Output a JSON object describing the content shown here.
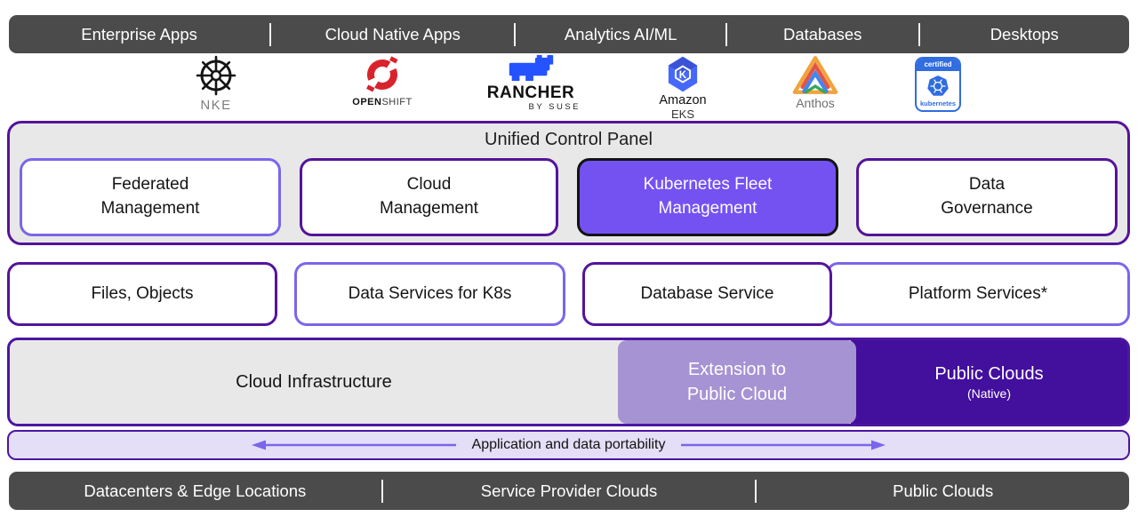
{
  "colors": {
    "bar_gray": "#4b4b4b",
    "panel_gray": "#e9e8e8",
    "purple_dark_border": "#54149a",
    "purple_light_border": "#7a66ea",
    "fleet_fill": "#7452f2",
    "extension_fill": "#a693d3",
    "native_fill": "#430f9d",
    "lavender_fill": "#e4def6",
    "arrow_purple": "#7a66ea",
    "kubernetes_blue": "#2f6de0",
    "openshift_red": "#d8232d",
    "rancher_blue": "#2453ff",
    "anthos_yellow": "#f1a33c",
    "anthos_red": "#e25544",
    "anthos_blue": "#4285f4",
    "anthos_green": "#35a75a",
    "eks_blue": "#4668fa"
  },
  "top_bar": {
    "items": [
      "Enterprise Apps",
      "Cloud Native Apps",
      "Analytics AI/ML",
      "Databases",
      "Desktops"
    ]
  },
  "logos": {
    "nke": {
      "label": "NKE"
    },
    "openshift": {
      "label_strong": "OPEN",
      "label_light": "SHIFT"
    },
    "rancher": {
      "label": "RANCHER",
      "sublabel": "BY SUSE"
    },
    "eks": {
      "letter": "K",
      "label": "Amazon",
      "sublabel": "EKS"
    },
    "anthos": {
      "label": "Anthos"
    },
    "certified_kubernetes": {
      "top": "certified",
      "bottom": "kubernetes"
    }
  },
  "control_panel": {
    "title": "Unified Control Panel",
    "boxes": [
      {
        "line1": "Federated",
        "line2": "Management"
      },
      {
        "line1": "Cloud",
        "line2": "Management"
      },
      {
        "line1": "Kubernetes Fleet",
        "line2": "Management"
      },
      {
        "line1": "Data",
        "line2": "Governance"
      }
    ]
  },
  "services_row": {
    "items": [
      "Files, Objects",
      "Data Services for K8s",
      "Database Service",
      "Platform Services*"
    ]
  },
  "infrastructure": {
    "label": "Cloud Infrastructure",
    "extension": {
      "line1": "Extension to",
      "line2": "Public Cloud"
    },
    "native": {
      "title": "Public Clouds",
      "subtitle": "(Native)"
    }
  },
  "portability": {
    "label": "Application and data portability"
  },
  "bottom_bar": {
    "items": [
      "Datacenters & Edge Locations",
      "Service Provider Clouds",
      "Public Clouds"
    ]
  }
}
